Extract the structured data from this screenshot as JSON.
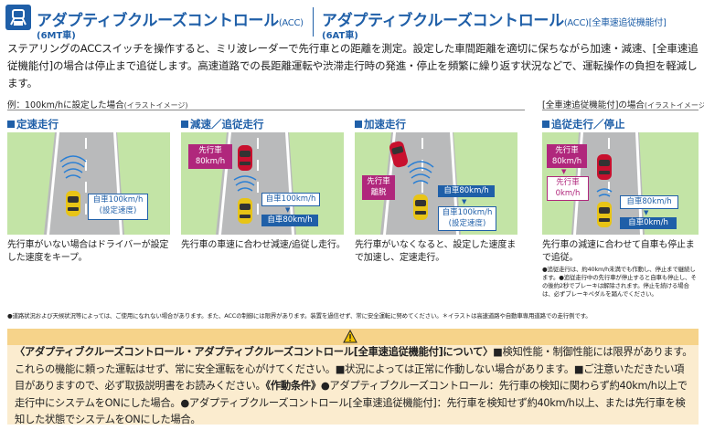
{
  "header": {
    "title_mt": "アダプティブクルーズコントロール",
    "title_mt_suffix": "(ACC)",
    "title_mt_tag": "(6MT車)",
    "title_at": "アダプティブクルーズコントロール",
    "title_at_suffix": "(ACC)",
    "title_at_bracket": "[全車速追従機能付]",
    "title_at_tag": "(6AT車)"
  },
  "intro": "ステアリングのACCスイッチを操作すると、ミリ波レーダーで先行車との距離を測定。設定した車間距離を適切に保ちながら加速・減速、[全車速追従機能付]の場合は停止まで追従します。高速道路での長距離運転や渋滞走行時の発進・停止を頻繁に繰り返す状況などで、運転操作の負担を軽減します。",
  "section_left": {
    "label": "例：100km/hに設定した場合",
    "sub": "(イラストイメージ)"
  },
  "section_right": {
    "label": "[全車速追従機能付]の場合",
    "sub": "(イラストイメージ)"
  },
  "panels": [
    {
      "title": "定速走行",
      "desc": "先行車がいない場合はドライバーが設定した速度をキープ。",
      "labels": {
        "own_line1": "自車100km/h",
        "own_line2": "(設定速度)"
      }
    },
    {
      "title": "減速／追従走行",
      "desc": "先行車の車速に合わせ減速/追従し走行。",
      "labels": {
        "lead_line1": "先行車",
        "lead_line2": "80km/h",
        "own_before": "自車100km/h",
        "own_after": "自車80km/h"
      }
    },
    {
      "title": "加速走行",
      "desc": "先行車がいなくなると、設定した速度まで加速し、定速走行。",
      "labels": {
        "lead_line1": "先行車",
        "lead_line2": "離脱",
        "own_before": "自車80km/h",
        "own_after_line1": "自車100km/h",
        "own_after_line2": "(設定速度)"
      }
    },
    {
      "title": "追従走行／停止",
      "desc": "先行車の減速に合わせて自車も停止まで追従。",
      "notes": "●追従走行は、約40km/h未満でも作動し、停止まで継続します。●追従走行中の先行車が停止すると自車も停止し、その後約2秒でブレーキは解除されます。停止を続ける場合は、必ずブレーキペダルを踏んでください。",
      "labels": {
        "lead_before_1": "先行車",
        "lead_before_2": "80km/h",
        "lead_after_1": "先行車",
        "lead_after_2": "0km/h",
        "own_before": "自車80km/h",
        "own_after": "自車0km/h"
      }
    }
  ],
  "footnote": "●道路状況および天候状況等によっては、ご使用になれない場合があります。また、ACCの制御には限界があります。装置を過信せず、常に安全運転に努めてください。＊イラストは高速道路や自動車専用道路での走行例です。",
  "warning": {
    "heading": "〈アダプティブクルーズコントロール・アダプティブクルーズコントロール[全車速追従機能付]について〉",
    "body1": "■検知性能・制御性能には限界があります。これらの機能に頼った運転はせず、常に安全運転を心がけてください。■状況によっては正常に作動しない場合があります。■ご注意いただきたい項目がありますので、必ず取扱説明書をお読みください。",
    "cond_label": "《作動条件》",
    "body2": "●アダプティブクルーズコントロール：先行車の検知に関わらず約40km/h以上で走行中にシステムをONにした場合。●アダプティブクルーズコントロール[全車速追従機能付]：先行車を検知せず約40km/h以上、または先行車を検知した状態でシステムをONにした場合。"
  },
  "colors": {
    "brand_blue": "#1f5fa8",
    "grass": "#c3e4a6",
    "road": "#b9babb",
    "lead_car": "#c8102e",
    "own_car": "#e8c416",
    "badge_magenta": "#b0277c",
    "warning_bg": "#fbeccf"
  }
}
